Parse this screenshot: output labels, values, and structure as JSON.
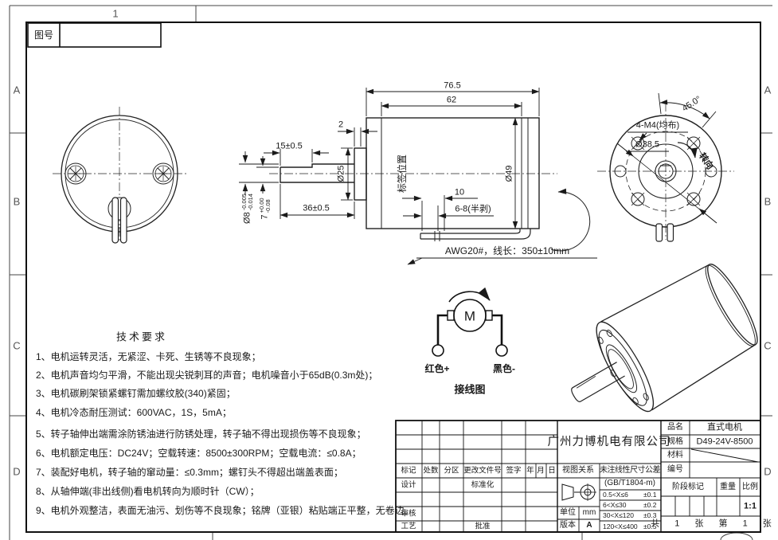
{
  "zones": {
    "top_1": "1",
    "a": "A",
    "b": "B",
    "c": "C",
    "d": "D"
  },
  "drawing_no_label": "图号",
  "side_view": {
    "overall": "76.5",
    "body_len": "62",
    "boss_t": "2",
    "flat_len": "15±0.5",
    "shaft_len": "36±0.5",
    "boss_dia": "Ø25",
    "body_dia": "Ø49",
    "shaft_dia": "Ø8",
    "shaft_tol_u": "-0.005",
    "shaft_tol_l": "-0.014",
    "flat_h": "7",
    "flat_tol_u": "+0.00",
    "flat_tol_l": "-0.08",
    "label_pos": "标签位置",
    "strip_len": "10",
    "strip_note": "6-8(半剥)",
    "wire_spec": "AWG20#，线长：350±10mm"
  },
  "end_view": {
    "angle": "45.0°",
    "holes": "4-M4(均布)",
    "pcd": "Ø38.5",
    "rotation": "转向"
  },
  "wiring": {
    "motor": "M",
    "red": "红色+",
    "black": "黑色-",
    "caption": "接线图"
  },
  "tech": {
    "title": "技术要求",
    "items": [
      "1、电机运转灵活，无紧涩、卡死、生锈等不良现象；",
      "2、电机声音均匀平滑，不能出现尖锐刺耳的声音；电机噪音小于65dB(0.3m处)；",
      "3、电机碳刷架锁紧螺钉需加螺纹胶(340)紧固；",
      "4、电机冷态耐压测试：600VAC，1S，5mA；",
      "5、转子轴伸出端需涂防锈油进行防锈处理，转子轴不得出现损伤等不良现象；",
      "6、电机额定电压：DC24V；空载转速：8500±300RPM；空载电流：≤0.8A；",
      "7、装配好电机，转子轴的窜动量：≤0.3mm；螺钉头不得超出端盖表面；",
      "8、从轴伸端(非出线侧)看电机转向为顺时针（CW）；",
      "9、电机外观整洁，表面无油污、划伤等不良现象；铭牌（亚银）粘贴端正平整，无卷边。"
    ]
  },
  "titleblock": {
    "company": "广州力博机电有限公司",
    "rev_headers": [
      "标记",
      "处数",
      "分区",
      "更改文件号",
      "签字",
      "年",
      "月",
      "日"
    ],
    "design": "设计",
    "standardize": "标准化",
    "check": "审核",
    "process": "工艺",
    "approve": "批准",
    "view_label": "视图关系",
    "tol_title": "未注线性尺寸公差",
    "tol_std": "(GB/T1804-m)",
    "tol_rows": [
      {
        "range": "0.5<X≤6",
        "tol": "±0.1"
      },
      {
        "range": "6<X≤30",
        "tol": "±0.2"
      },
      {
        "range": "30<X≤120",
        "tol": "±0.3"
      },
      {
        "range": "120<X≤400",
        "tol": "±0.5"
      }
    ],
    "unit_label": "单位",
    "unit": "mm",
    "version_label": "版本",
    "version": "A",
    "name_label": "品名",
    "name": "直式电机",
    "spec_label": "规格",
    "spec": "D49-24V-8500",
    "material_label": "材料",
    "code_label": "编号",
    "stage_label": "阶段标记",
    "weight_label": "重量",
    "scale_label": "比例",
    "scale": "1:1",
    "sheets": "共 1 张  第 1 张"
  }
}
